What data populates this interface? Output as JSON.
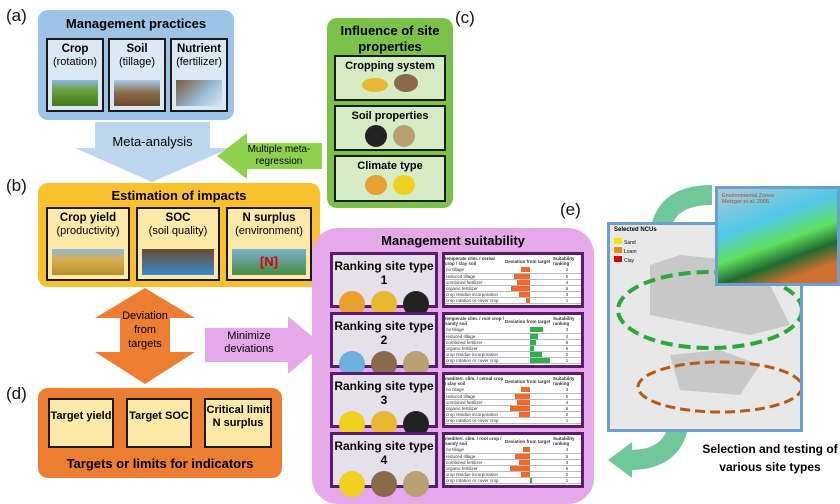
{
  "labels": {
    "a": "(a)",
    "b": "(b)",
    "c": "(c)",
    "d": "(d)",
    "e": "(e)"
  },
  "management": {
    "title": "Management practices",
    "items": [
      {
        "name": "Crop",
        "detail": "(rotation)"
      },
      {
        "name": "Soil",
        "detail": "(tillage)"
      },
      {
        "name": "Nutrient",
        "detail": "(fertilizer)"
      }
    ]
  },
  "meta_analysis": "Meta-analysis",
  "site": {
    "title": "Influence of site properties",
    "items": [
      "Cropping system",
      "Soil properties",
      "Climate type"
    ]
  },
  "meta_regression": "Multiple meta-regression",
  "impacts": {
    "title": "Estimation of impacts",
    "items": [
      {
        "name": "Crop yield",
        "detail": "(productivity)"
      },
      {
        "name": "SOC",
        "detail": "(soil quality)"
      },
      {
        "name": "N surplus",
        "detail": "(environment)",
        "tag": "[N]"
      }
    ]
  },
  "deviation": "Deviation from targets",
  "minimize": "Minimize deviations",
  "targets": {
    "title": "Targets or limits for indicators",
    "items": [
      "Target yield",
      "Target SOC",
      "Critical limit N surplus"
    ]
  },
  "suitability": {
    "title": "Management suitability",
    "col_deviation": "Deviation from target",
    "col_ranking": "Suitability ranking",
    "practices": [
      "no tillage",
      "reduced tillage",
      "combined fertilizer",
      "organic fertilizer",
      "crop residue incorporation",
      "crop rotation or cover crop"
    ],
    "sites": [
      {
        "label": "Ranking site type 1",
        "header": "temperate clim. / cereal crop / clay soil",
        "deviation": [
          -0.4,
          -0.75,
          -0.6,
          -0.85,
          -0.5,
          -0.2
        ],
        "ranking": [
          "2",
          "5",
          "4",
          "6",
          "3",
          "1"
        ]
      },
      {
        "label": "Ranking site type 2",
        "header": "temperate clim. / root crop / sandy soil",
        "deviation": [
          0.6,
          0.35,
          0.25,
          0.2,
          0.55,
          0.9
        ],
        "ranking": [
          "3",
          "4",
          "5",
          "6",
          "2",
          "1"
        ]
      },
      {
        "label": "Ranking site type 3",
        "header": "mediterr. clim. / cereal crop / clay soil",
        "deviation": [
          -0.4,
          -0.7,
          -0.6,
          -0.9,
          -0.5,
          0
        ],
        "ranking": [
          "3",
          "5",
          "4",
          "6",
          "2",
          "1"
        ]
      },
      {
        "label": "Ranking site type 4",
        "header": "mediterr. clim. / root crop / sandy soil",
        "deviation": [
          -0.3,
          -0.7,
          -0.5,
          -0.9,
          -0.4,
          0.1
        ],
        "ranking": [
          "4",
          "5",
          "3",
          "6",
          "2",
          "1"
        ]
      }
    ]
  },
  "map": {
    "legend_title": "Selected NCUs",
    "legend": [
      {
        "label": "Sand",
        "color": "#f5e400"
      },
      {
        "label": "Loam",
        "color": "#f08c00"
      },
      {
        "label": "Clay",
        "color": "#d80000"
      }
    ],
    "inset_title": "Environmental Zones",
    "inset_ref": "Metzger et al. 2005"
  },
  "selection": "Selection and testing of various site types",
  "colors": {
    "blue": "#9dc3e6",
    "green": "#7cc24a",
    "yellow": "#fbc02d",
    "orange": "#ed7d31",
    "pink": "#e5a8e8",
    "purple": "#5a1a6e",
    "arrow_green": "#6fc79a"
  }
}
